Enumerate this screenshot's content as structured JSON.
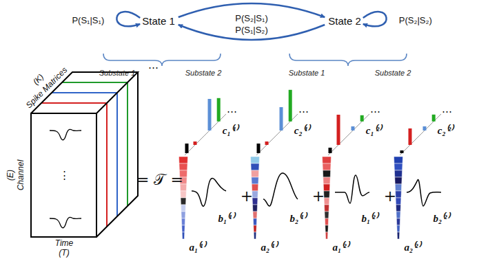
{
  "diagram": {
    "nodes": [
      {
        "text": [
          "State 1"
        ]
      },
      {
        "text": [
          "State 2"
        ]
      }
    ],
    "edges": [
      {
        "from": 0,
        "to": 0,
        "arrow": "to",
        "label": "P(S₁|S₁)"
      },
      {
        "from": 0,
        "to": 1,
        "arrow": "to",
        "label": "P(S₂|S₁)"
      },
      {
        "from": 1,
        "to": 0,
        "arrow": "to",
        "label": "P(S₁|S₂)"
      },
      {
        "from": 1,
        "to": 1,
        "arrow": "to",
        "label": "P(S₂|S₂)"
      }
    ],
    "labels": [
      "Substate 1",
      "Substate 2",
      "Substate 1",
      "Substate 2",
      "(K)",
      "Spike Matrices",
      "⋯",
      "(E)",
      "Channel",
      "⋮",
      "Time",
      "(T)",
      "= 𝒯 =",
      "⋯",
      "c₁⁽¹⁾",
      "b₁⁽¹⁾",
      "a₁⁽¹⁾",
      "+",
      "⋯",
      "c₂⁽¹⁾",
      "b₂⁽¹⁾",
      "a₂⁽¹⁾",
      "+",
      "⋯",
      "c₁⁽²⁾",
      "b₁⁽²⁾",
      "a₁⁽²⁾",
      "+",
      "⋯",
      "c₂⁽²⁾",
      "b₂⁽²⁾",
      "a₂⁽²⁾"
    ]
  }
}
